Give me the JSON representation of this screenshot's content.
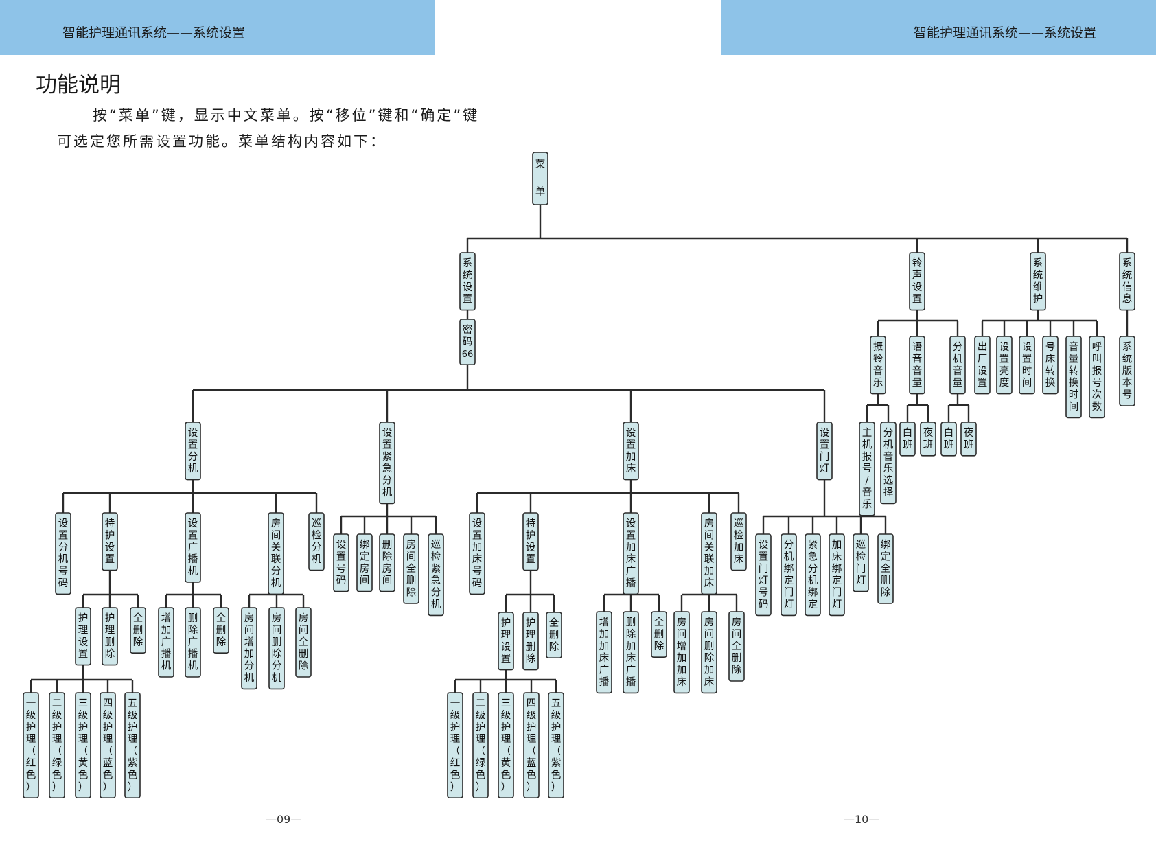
{
  "header": {
    "left_title": "智能护理通讯系统——系统设置",
    "right_title": "智能护理通讯系统——系统设置"
  },
  "section_title": "功能说明",
  "intro": {
    "line1": "按“菜单”键，显示中文菜单。按“移位”键和“确定”键",
    "line2": "可选定您所需设置功能。菜单结构内容如下："
  },
  "page_numbers": {
    "left": "—09—",
    "right": "—10—"
  },
  "menu_tree": {
    "label": "菜单",
    "children": [
      {
        "label": "系统设置",
        "children": [
          {
            "label": "密码66",
            "children": [
              {
                "label": "设置分机",
                "children": [
                  {
                    "label": "设置分机号码"
                  },
                  {
                    "label": "特护设置",
                    "children": [
                      {
                        "label": "护理设置",
                        "children": [
                          {
                            "label": "一级护理（红色）"
                          },
                          {
                            "label": "二级护理（绿色）"
                          },
                          {
                            "label": "三级护理（黄色）"
                          },
                          {
                            "label": "四级护理（蓝色）"
                          },
                          {
                            "label": "五级护理（紫色）"
                          }
                        ]
                      },
                      {
                        "label": "护理删除"
                      },
                      {
                        "label": "全删除"
                      }
                    ]
                  },
                  {
                    "label": "设置广播机",
                    "children": [
                      {
                        "label": "增加广播机"
                      },
                      {
                        "label": "删除广播机"
                      },
                      {
                        "label": "全删除"
                      }
                    ]
                  },
                  {
                    "label": "房间关联分机",
                    "children": [
                      {
                        "label": "房间增加分机"
                      },
                      {
                        "label": "房间删除分机"
                      },
                      {
                        "label": "房间全删除"
                      }
                    ]
                  },
                  {
                    "label": "巡检分机"
                  }
                ]
              },
              {
                "label": "设置紧急分机",
                "children": [
                  {
                    "label": "设置号码"
                  },
                  {
                    "label": "绑定房间"
                  },
                  {
                    "label": "删除房间"
                  },
                  {
                    "label": "房间全删除"
                  },
                  {
                    "label": "巡检紧急分机"
                  }
                ]
              },
              {
                "label": "设置加床",
                "children": [
                  {
                    "label": "设置加床号码"
                  },
                  {
                    "label": "特护设置",
                    "children": [
                      {
                        "label": "护理设置",
                        "children": [
                          {
                            "label": "一级护理（红色）"
                          },
                          {
                            "label": "二级护理（绿色）"
                          },
                          {
                            "label": "三级护理（黄色）"
                          },
                          {
                            "label": "四级护理（蓝色）"
                          },
                          {
                            "label": "五级护理（紫色）"
                          }
                        ]
                      },
                      {
                        "label": "护理删除"
                      },
                      {
                        "label": "全删除"
                      }
                    ]
                  },
                  {
                    "label": "设置加床广播",
                    "children": [
                      {
                        "label": "增加加床广播"
                      },
                      {
                        "label": "删除加床广播"
                      },
                      {
                        "label": "全删除"
                      }
                    ]
                  },
                  {
                    "label": "房间关联加床",
                    "children": [
                      {
                        "label": "房间增加加床"
                      },
                      {
                        "label": "房间删除加床"
                      },
                      {
                        "label": "房间全删除"
                      }
                    ]
                  },
                  {
                    "label": "巡检加床"
                  }
                ]
              },
              {
                "label": "设置门灯",
                "children": [
                  {
                    "label": "设置门灯号码"
                  },
                  {
                    "label": "分机绑定门灯"
                  },
                  {
                    "label": "紧急分机绑定"
                  },
                  {
                    "label": "加床绑定门灯"
                  },
                  {
                    "label": "巡检门灯"
                  },
                  {
                    "label": "绑定全删除"
                  }
                ]
              }
            ]
          }
        ]
      },
      {
        "label": "铃声设置",
        "children": [
          {
            "label": "振铃音乐",
            "children": [
              {
                "label": "主机报号/音乐"
              },
              {
                "label": "分机音乐选择"
              }
            ]
          },
          {
            "label": "语音音量",
            "children": [
              {
                "label": "白班"
              },
              {
                "label": "夜班"
              }
            ]
          },
          {
            "label": "分机音量",
            "children": [
              {
                "label": "白班"
              },
              {
                "label": "夜班"
              }
            ]
          }
        ]
      },
      {
        "label": "系统维护",
        "children": [
          {
            "label": "出厂设置"
          },
          {
            "label": "设置亮度"
          },
          {
            "label": "设置时间"
          },
          {
            "label": "号床转换"
          },
          {
            "label": "音量转换时间"
          },
          {
            "label": "呼叫报号次数"
          }
        ]
      },
      {
        "label": "系统信息",
        "children": [
          {
            "label": "系统版本号"
          }
        ]
      }
    ]
  }
}
